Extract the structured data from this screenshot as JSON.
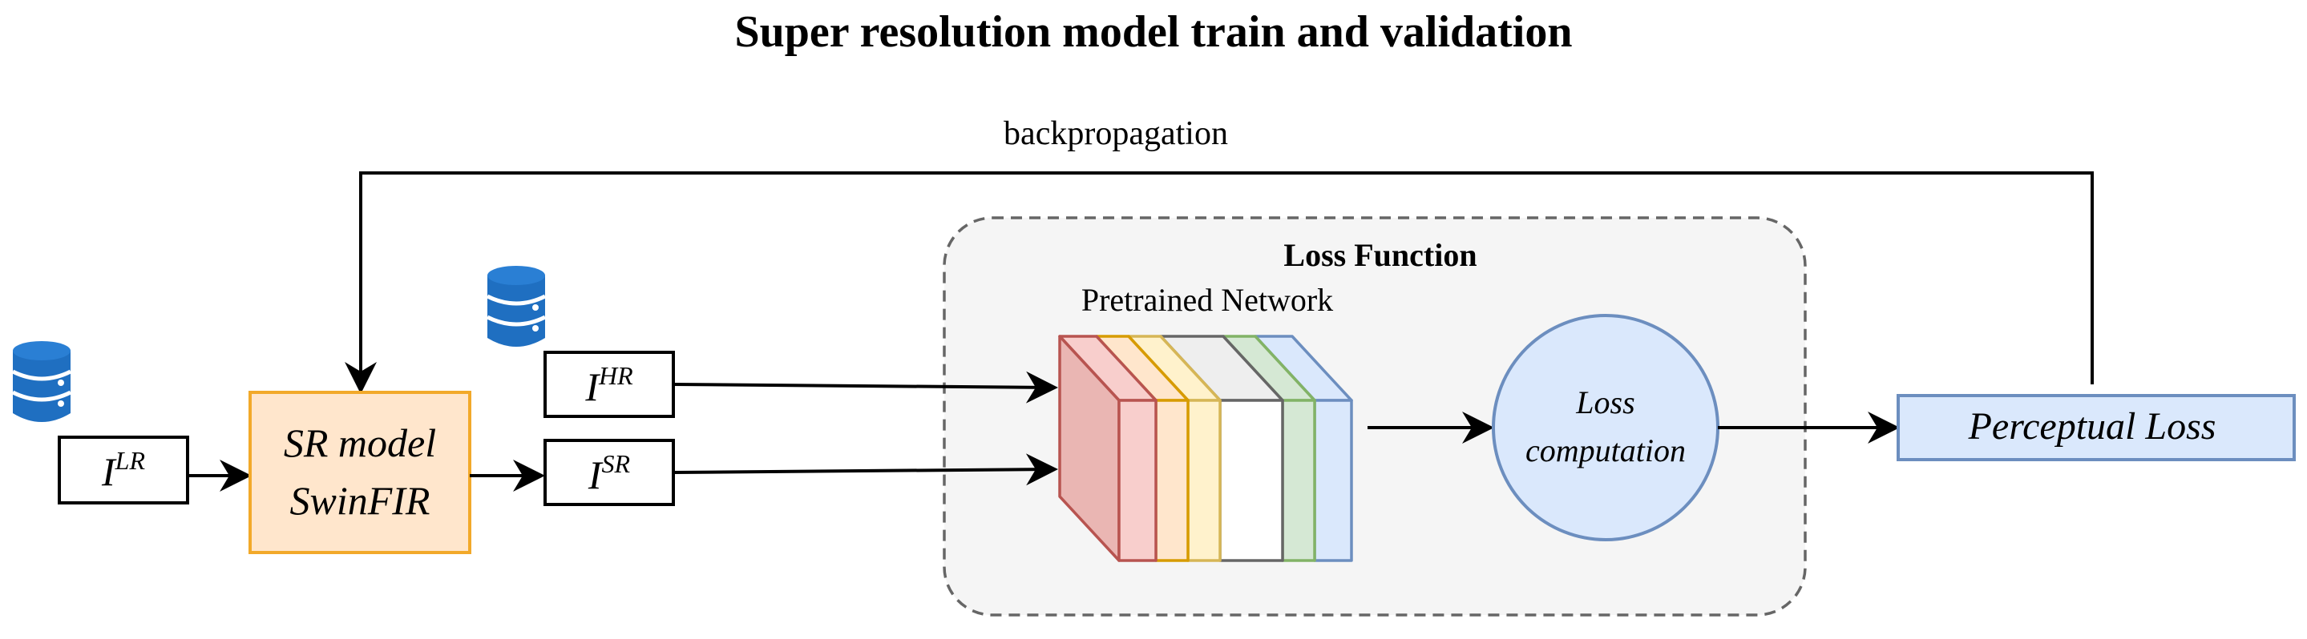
{
  "diagram": {
    "title": "Super resolution model train and validation",
    "backprop_label": "backpropagation",
    "inputs": {
      "lr": {
        "base": "I",
        "sup": "LR"
      },
      "hr": {
        "base": "I",
        "sup": "HR"
      },
      "sr": {
        "base": "I",
        "sup": "SR"
      }
    },
    "sr_model": {
      "line1": "SR model",
      "line2": "SwinFIR"
    },
    "loss_function": {
      "title": "Loss Function",
      "network_label": "Pretrained Network"
    },
    "loss_computation": {
      "line1": "Loss",
      "line2": "computation"
    },
    "output": "Perceptual Loss",
    "icons": [
      "database-icon",
      "database-icon"
    ],
    "colors": {
      "sr_model_fill": "#ffe6cc",
      "sr_model_stroke": "#f2a92a",
      "loss_circle_fill": "#dae8fc",
      "loss_circle_stroke": "#6c8ebf",
      "perceptual_fill": "#dae8fc",
      "perceptual_stroke": "#6c8ebf",
      "group_fill": "#f5f5f5",
      "group_stroke": "#666666",
      "database": "#1f6fc1",
      "layer_red": "#f8cecc",
      "layer_red_stroke": "#b85450",
      "layer_orange": "#ffe6cc",
      "layer_orange_stroke": "#d79b00",
      "layer_yellow": "#fff2cc",
      "layer_yellow_stroke": "#d6b656",
      "layer_gray": "#f5f5f5",
      "layer_gray_stroke": "#666666",
      "layer_green": "#d5e8d4",
      "layer_green_stroke": "#82b366",
      "layer_blue": "#dae8fc",
      "layer_blue_stroke": "#6c8ebf"
    }
  }
}
